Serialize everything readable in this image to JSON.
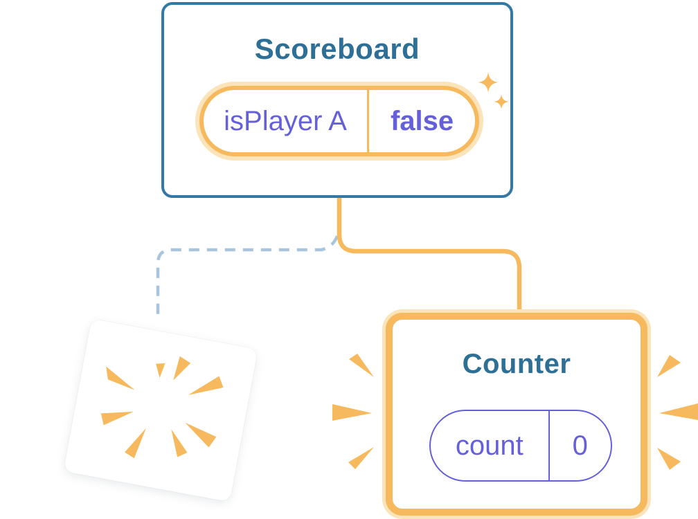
{
  "diagram": {
    "scoreboard": {
      "title": "Scoreboard",
      "state": {
        "name": "isPlayer A",
        "value": "false"
      }
    },
    "counter": {
      "title": "Counter",
      "state": {
        "name": "count",
        "value": "0"
      }
    }
  },
  "icons": {
    "sparkle_large": "sparkle-icon",
    "sparkle_small": "sparkle-icon",
    "poof": "poof-burst-icon",
    "emphasis_left": "emphasis-rays-icon",
    "emphasis_right": "emphasis-rays-icon"
  },
  "colors": {
    "accent_orange": "#F6B95D",
    "accent_orange_light": "#FBE3BA",
    "card_border_blue": "#3478A6",
    "title_teal": "#2E6F96",
    "state_purple": "#6560D9",
    "dash_blue": "#A9C5DB",
    "background": "#FFFFFF",
    "card_bg": "#FFFFFF"
  }
}
